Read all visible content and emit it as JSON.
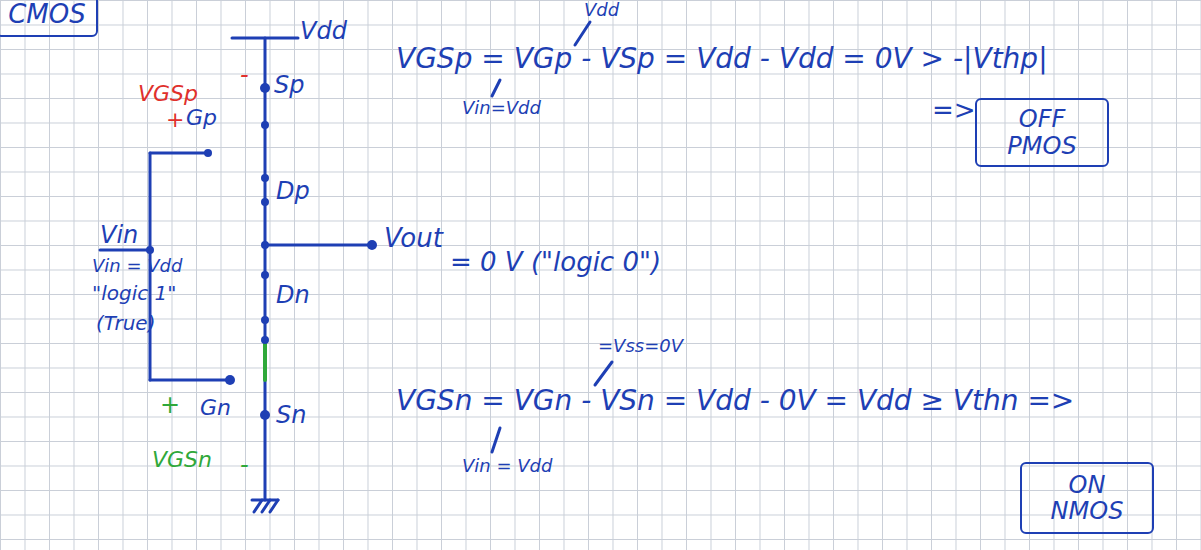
{
  "diagram": {
    "nodes": [
      {
        "text": [
          "CMOS"
        ]
      },
      {
        "text": [
          "OFF PMOS"
        ]
      },
      {
        "text": [
          "ON NMOS"
        ]
      }
    ],
    "labels": [
      "Vdd",
      "Sp",
      "VGSp",
      "-",
      "+",
      "Gp",
      "Dp",
      "Vin",
      "Vin = Vdd",
      "\"logic 1\"",
      "(True)",
      "+",
      "Gn",
      "VGSn",
      "-",
      "Dn",
      "Sn",
      "Vout",
      "= 0 V (\"logic 0\")",
      "VGSp = VGp - VSp = Vdd - Vdd = 0V > -|Vthp|",
      "Vdd",
      "Vin=Vdd",
      "=>",
      "VGSn = VGn - VSn = Vdd - 0V = Vdd ≥ Vthn =>",
      "=Vss=0V",
      "Vin = Vdd"
    ]
  }
}
